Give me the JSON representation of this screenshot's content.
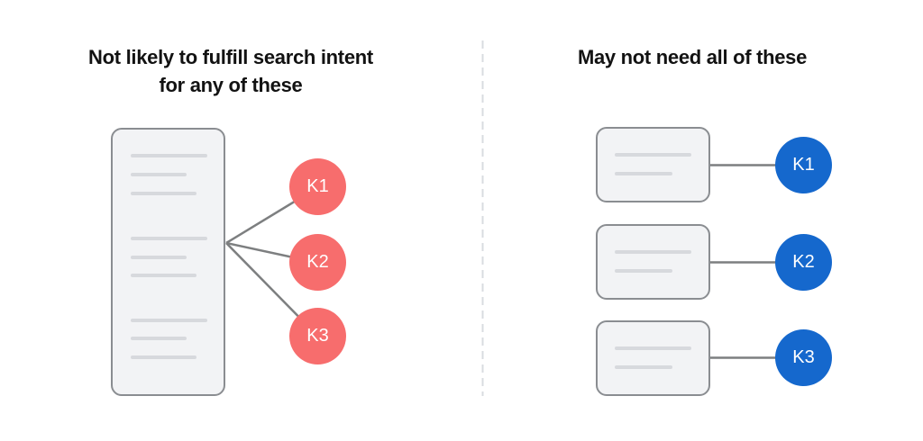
{
  "left_panel": {
    "title_line1": "Not likely to fulfill search intent",
    "title_line2": "for any of these",
    "keywords": [
      {
        "label": "K1"
      },
      {
        "label": "K2"
      },
      {
        "label": "K3"
      }
    ]
  },
  "right_panel": {
    "title": "May not need all of these",
    "pages": [
      {
        "keyword": "K1"
      },
      {
        "keyword": "K2"
      },
      {
        "keyword": "K3"
      }
    ]
  },
  "colors": {
    "red_keyword": "#F76D6D",
    "blue_keyword": "#1568CD",
    "connector": "#7D7F80",
    "card_fill": "#F2F3F5",
    "card_border": "#8A8D91",
    "skeleton_line": "#D7D9DD",
    "divider": "#D9DCE0",
    "title_text": "#121212"
  }
}
